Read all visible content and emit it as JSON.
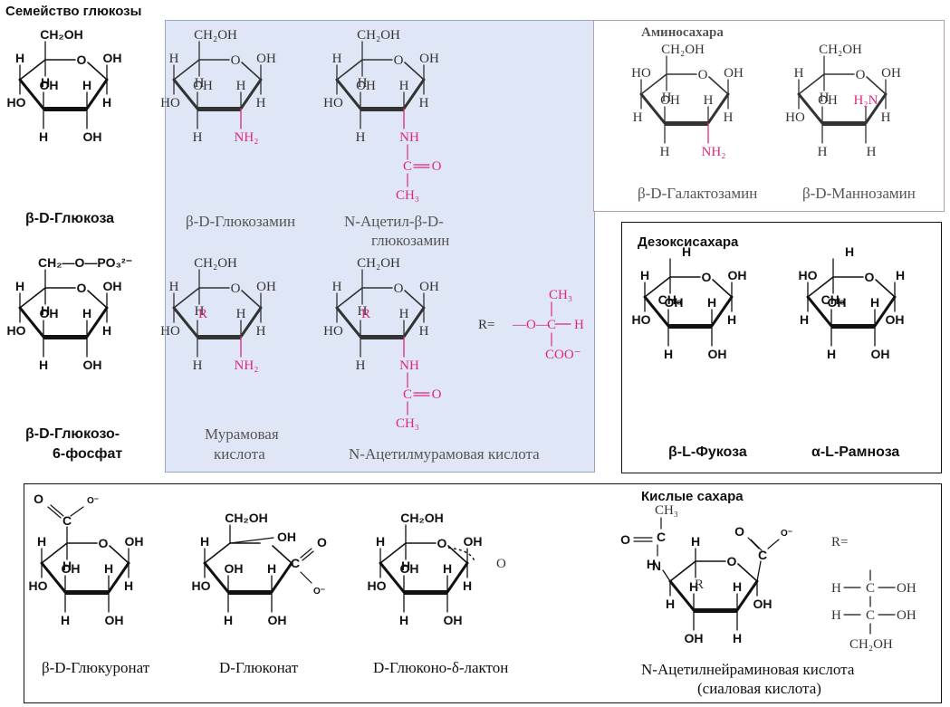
{
  "sections": {
    "glucose_family": "Семейство глюкозы",
    "amino_sugars": "Аминосахара",
    "deoxy_sugars": "Дезоксисахара",
    "acidic_sugars": "Кислые сахара"
  },
  "captions": {
    "beta_d_glucose": "β-D-Глюкоза",
    "glucose_6_phosphate_l1": "β-D-Глюкозо-",
    "glucose_6_phosphate_l2": "6-фосфат",
    "glucosamine": "β-D-Глюкозамин",
    "n_acetylglucosamine_l1": "N-Ацетил-β-D-",
    "n_acetylglucosamine_l2": "глюкозамин",
    "galactosamine": "β-D-Галактозамин",
    "mannosamine": "β-D-Маннозамин",
    "muramic_l1": "Мурамовая",
    "muramic_l2": "кислота",
    "n_acetylmuramic": "N-Ацетилмурамовая кислота",
    "fucose": "β-L-Фукоза",
    "rhamnose": "α-L-Рамноза",
    "glucuronate": "β-D-Глюкуронат",
    "gluconate": "D-Глюконат",
    "gluconolactone": "D-Глюконо-δ-лактон",
    "neuraminic_l1": "N-Ацетилнейраминовая кислота",
    "neuraminic_l2": "(сиаловая кислота)"
  },
  "labels": {
    "ch2oh": "CH₂OH",
    "oh": "OH",
    "ho": "HO",
    "h": "H",
    "o": "O",
    "nh2": "NH₂",
    "h2n": "H₂N",
    "nh": "NH",
    "ch3": "CH₃",
    "c": "C",
    "r": "R",
    "r_eq": "R=",
    "coo": "COO⁻",
    "phosphate": "CH₂—O—PO₃²⁻",
    "ester_o": "—O—",
    "n": "N",
    "carboxylate_o_minus": "O⁻"
  },
  "colors": {
    "highlight_text": "#e0287a",
    "panel_bg": "#dfe6f5"
  }
}
